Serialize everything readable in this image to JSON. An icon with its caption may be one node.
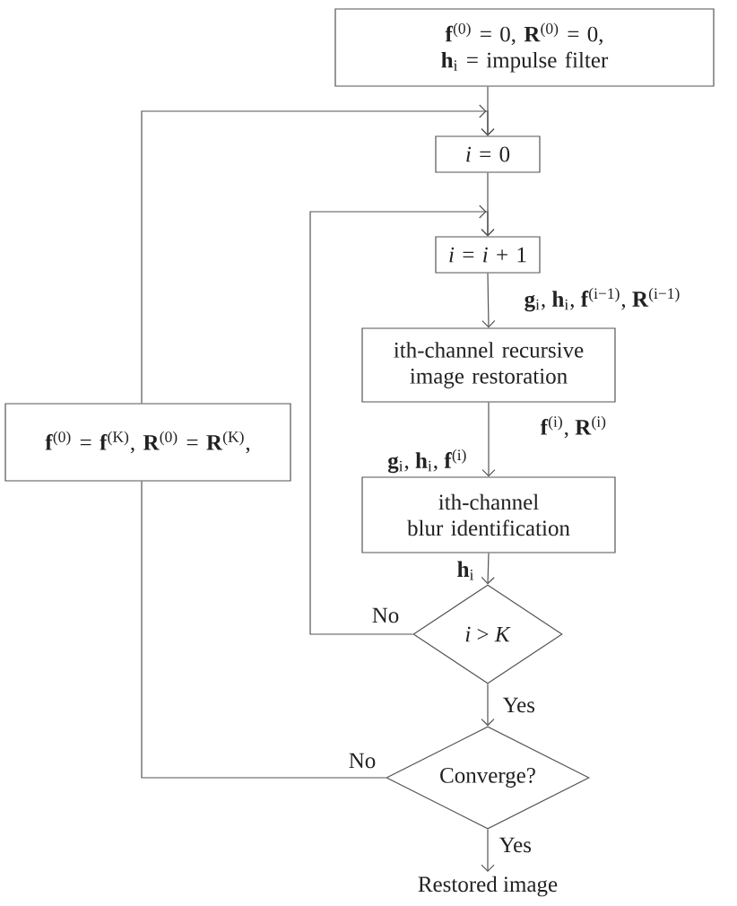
{
  "diagram": {
    "nodes": [
      {
        "text": [
          "**f**$^{(0)}$ = 0, **R**$^{(0)}$ = 0, **h**$_{i}$ = impulse filter"
        ]
      },
      {
        "text": [
          "*i* = 0"
        ]
      },
      {
        "text": [
          "*i* = *i* + 1"
        ]
      },
      {
        "text": [
          "ith-channel recursive image restoration"
        ],
        "beside": [
          "**f**$^{(i)}$, **R**$^{(i)}$"
        ]
      },
      {
        "text": [
          "ith-channel blur identification"
        ]
      },
      {
        "text": [
          "*i* > *K*"
        ]
      },
      {
        "text": [
          "Converge?"
        ]
      },
      {
        "text": [
          "Restored image"
        ]
      },
      {
        "text": [
          "**f**$^{(0)}$ = **f**$^{(K)}$, **R**$^{(0)}$ = **R**$^{(K)}$,"
        ]
      }
    ],
    "edges": [
      {
        "from": 0,
        "to": 1,
        "arrow": "to"
      },
      {
        "from": 8,
        "to": 1,
        "arrow": "to"
      },
      {
        "from": 1,
        "to": 2,
        "arrow": "to"
      },
      {
        "from": 2,
        "to": 3,
        "arrow": "to",
        "label": "**g**$_{i}$, **h**$_{i}$, **f**$^{(i−1)}$, **R**$^{(i−1)}$"
      },
      {
        "from": 3,
        "to": 4,
        "arrow": "to",
        "label": "**g**$_{i}$, **h**$_{i}$, **f**$^{(i)}$"
      },
      {
        "from": 4,
        "to": 5,
        "arrow": "to",
        "label": "**h**$_{i}$"
      },
      {
        "from": 5,
        "to": 6,
        "arrow": "to",
        "label": "Yes"
      },
      {
        "from": 5,
        "to": 2,
        "arrow": "to",
        "label": "No"
      },
      {
        "from": 6,
        "to": 8,
        "arrow": "none",
        "label": "No"
      },
      {
        "from": 6,
        "to": 7,
        "arrow": "to",
        "label": "Yes"
      }
    ]
  }
}
